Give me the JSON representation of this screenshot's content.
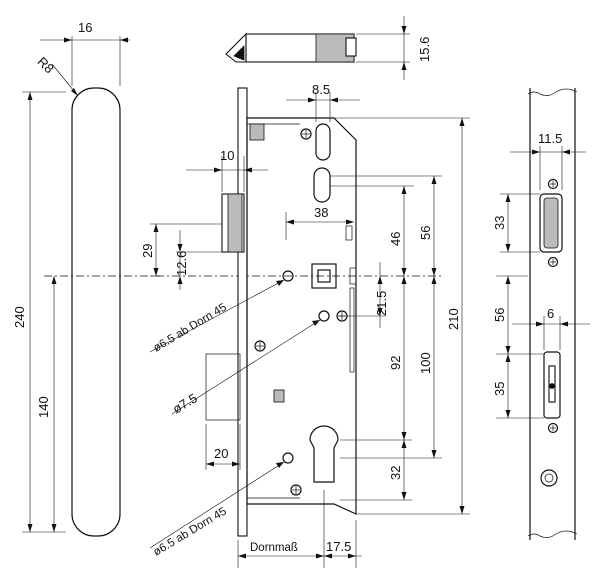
{
  "labels": {
    "d16": "16",
    "r8": "R8",
    "d15_6": "15.6",
    "d8_5": "8.5",
    "d10": "10",
    "d38": "38",
    "d46": "46",
    "d56_front": "56",
    "d29": "29",
    "d12_6": "12.6",
    "d21_5": "21.5",
    "d210": "210",
    "d100": "100",
    "d92": "92",
    "d20": "20",
    "d32": "32",
    "d240": "240",
    "d140": "140",
    "dornmass": "Dornmaß",
    "d17_5": "17.5",
    "d11_5": "11.5",
    "d33": "33",
    "d56_side": "56",
    "d6": "6",
    "d35": "35",
    "hole_top": "ø6.5 ab Dorn 45",
    "hole_mid": "ø7.5",
    "hole_bot": "ø6.5 ab Dorn 45"
  }
}
